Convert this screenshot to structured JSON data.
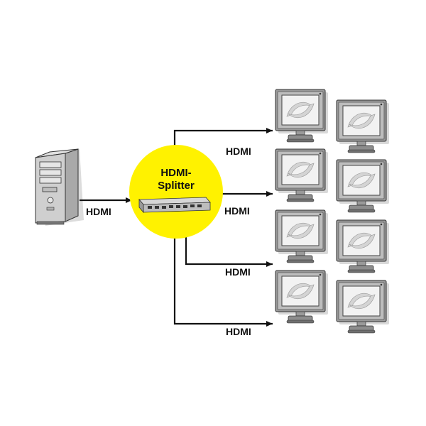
{
  "connections": {
    "pc_to_splitter": "HDMI",
    "out_1": "HDMI",
    "out_2": "HDMI",
    "out_3": "HDMI",
    "out_4": "HDMI"
  },
  "splitter": {
    "title_line1": "HDMI-",
    "title_line2": "Splitter"
  },
  "colors": {
    "splitter_circle": "#fff200",
    "line": "#111111",
    "monitor_frame": "#8c8c8c",
    "monitor_screen": "#e9e9e9"
  },
  "icons": {
    "source": "pc-tower-icon",
    "splitter": "hdmi-splitter-box-icon",
    "display": "monitor-icon"
  }
}
